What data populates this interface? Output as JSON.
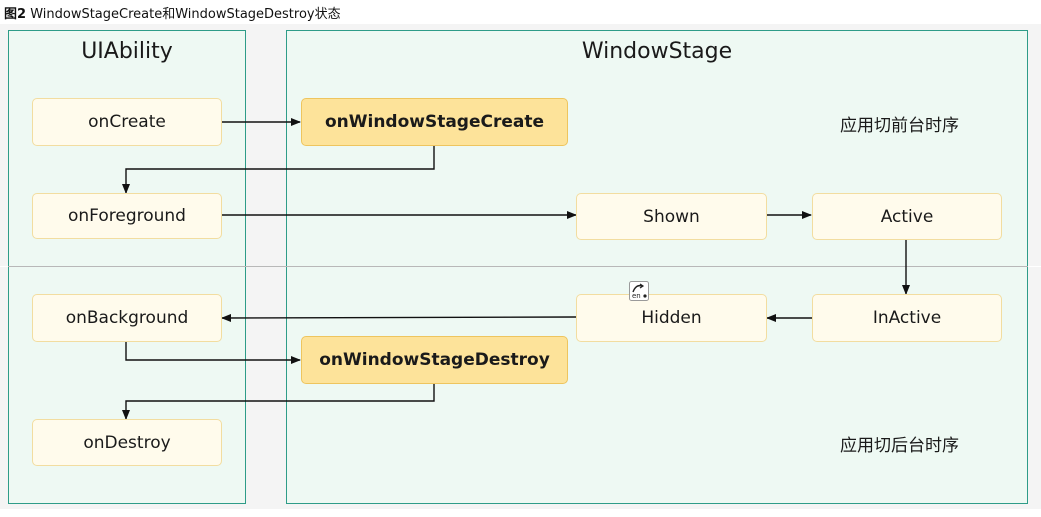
{
  "caption": {
    "figure_label": "图2",
    "text": "WindowStageCreate和WindowStageDestroy状态"
  },
  "panels": {
    "uiability": "UIAbility",
    "windowstage": "WindowStage"
  },
  "nodes": {
    "on_create": "onCreate",
    "on_window_stage_create": "onWindowStageCreate",
    "on_foreground": "onForeground",
    "shown": "Shown",
    "active": "Active",
    "inactive": "InActive",
    "hidden": "Hidden",
    "on_background": "onBackground",
    "on_window_stage_destroy": "onWindowStageDestroy",
    "on_destroy": "onDestroy"
  },
  "notes": {
    "foreground_sequence": "应用切前台时序",
    "background_sequence": "应用切后台时序"
  },
  "edges": [
    {
      "from": "onCreate",
      "to": "onWindowStageCreate"
    },
    {
      "from": "onWindowStageCreate",
      "to": "onForeground"
    },
    {
      "from": "onForeground",
      "to": "Shown"
    },
    {
      "from": "Shown",
      "to": "Active"
    },
    {
      "from": "Active",
      "to": "InActive"
    },
    {
      "from": "InActive",
      "to": "Hidden"
    },
    {
      "from": "Hidden",
      "to": "onBackground"
    },
    {
      "from": "onBackground",
      "to": "onWindowStageDestroy"
    },
    {
      "from": "onWindowStageDestroy",
      "to": "onDestroy"
    }
  ],
  "colors": {
    "panel_border": "#2e9c88",
    "panel_fill": "#eef9f3",
    "node_fill": "#fffbec",
    "node_border": "#f2dda0",
    "highlight_fill": "#fde39a",
    "arrow": "#111111"
  },
  "icons": {
    "translate_badge": "en-translate-icon"
  }
}
